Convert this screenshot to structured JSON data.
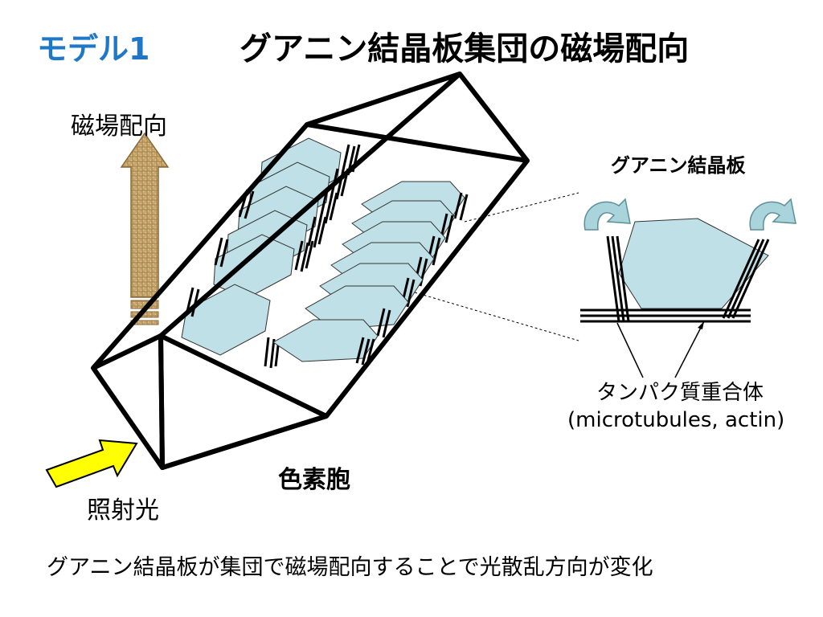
{
  "title": {
    "model": "モデル1",
    "main": "グアニン結晶板集団の磁場配向"
  },
  "labels": {
    "magnetic_orientation": "磁場配向",
    "guanine_plate": "グアニン結晶板",
    "protein_complex": "タンパク質重合体",
    "protein_complex_sub": "(microtubules, actin)",
    "chromatophore": "色素胞",
    "irradiated_light": "照射光"
  },
  "caption": "グアニン結晶板が集団で磁場配向することで光散乱方向が変化",
  "colors": {
    "title_accent": "#1f77c8",
    "plate_fill": "#bfe0e6",
    "arrow_magnetic": "#c9a66b",
    "arrow_light": "#ffff00",
    "curved_arrow": "#a9d4dc"
  }
}
